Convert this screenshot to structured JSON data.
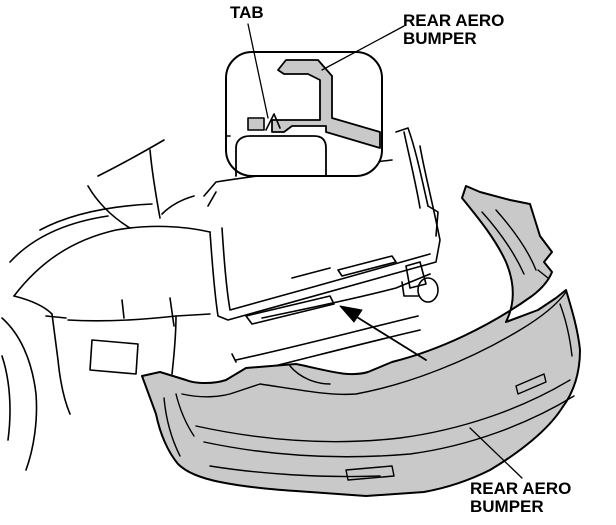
{
  "labels": {
    "tab": "TAB",
    "rear_aero_bumper_top": {
      "line1": "REAR AERO",
      "line2": "BUMPER"
    },
    "rear_aero_bumper_bottom": {
      "line1": "REAR AERO",
      "line2": "BUMPER"
    }
  },
  "colors": {
    "bumper_fill": "#c9c9c9",
    "line": "#000000",
    "background": "#ffffff"
  }
}
